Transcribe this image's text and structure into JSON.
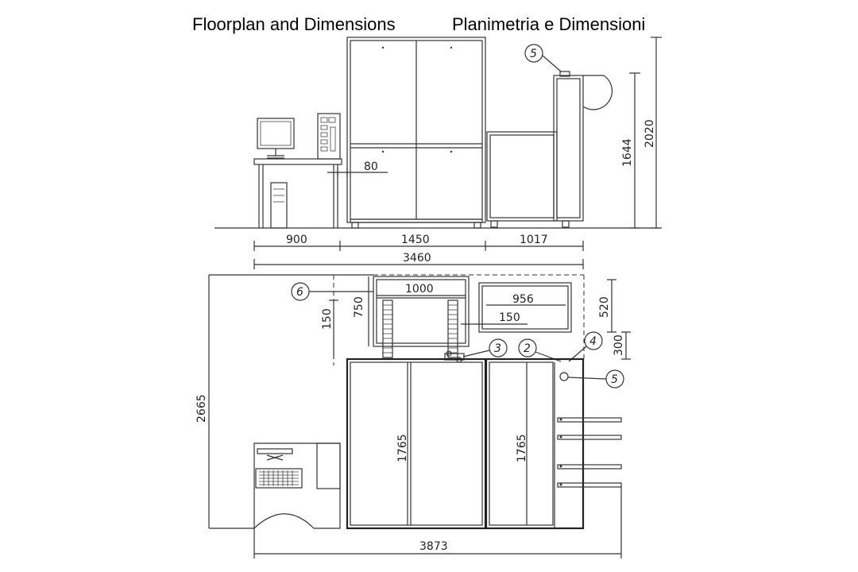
{
  "titles": {
    "english": "Floorplan and Dimensions",
    "italian": "Planimetria e Dimensioni"
  },
  "dimensions": {
    "elevation_gap": "80",
    "elevation_height_module": "1644",
    "elevation_height_total": "2020",
    "width_desk": "900",
    "width_cabinet": "1450",
    "width_module": "1017",
    "width_total_elevation": "3460",
    "plan_top_box_width": "1000",
    "plan_top_box_depth": "750",
    "plan_top_box_offset": "150",
    "plan_right_box_width": "956",
    "plan_right_box_inner": "150",
    "plan_right_depth": "520",
    "plan_right_gap": "300",
    "plan_depth_total": "2665",
    "plan_cabinet_depth_left": "1765",
    "plan_cabinet_depth_right": "1765",
    "plan_width_total": "3873"
  },
  "callouts": {
    "c2": "2",
    "c3": "3",
    "c4": "4",
    "c5_top": "5",
    "c5_plan": "5",
    "c6": "6"
  }
}
